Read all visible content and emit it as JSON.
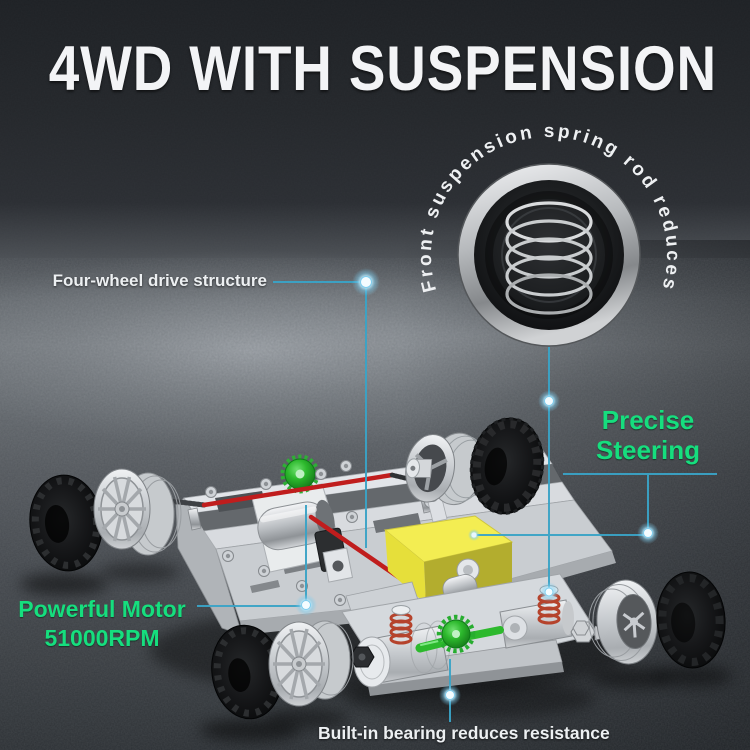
{
  "title": "4WD WITH SUSPENSION",
  "badge": {
    "curved_text": "Front suspension spring rod reduces",
    "icon": "coil-spring-icon"
  },
  "labels": {
    "four_wheel_drive": "Four-wheel drive structure",
    "precise_steering_line1": "Precise",
    "precise_steering_line2": "Steering",
    "powerful_motor_line1": "Powerful Motor",
    "powerful_motor_line2": "51000RPM",
    "built_in_bearing": "Built-in bearing reduces resistance"
  },
  "colors": {
    "accent_green": "#16de7e",
    "callout_line_blue": "#3aa3c6",
    "title_text": "#f3f4f6",
    "label_text": "#edf0f2",
    "motor_yellow": "#e9e23c",
    "gear_green": "#2db92d",
    "rod_red": "#c01d1d",
    "chassis_silver": "#cdd1d5",
    "tire_black": "#121416"
  }
}
